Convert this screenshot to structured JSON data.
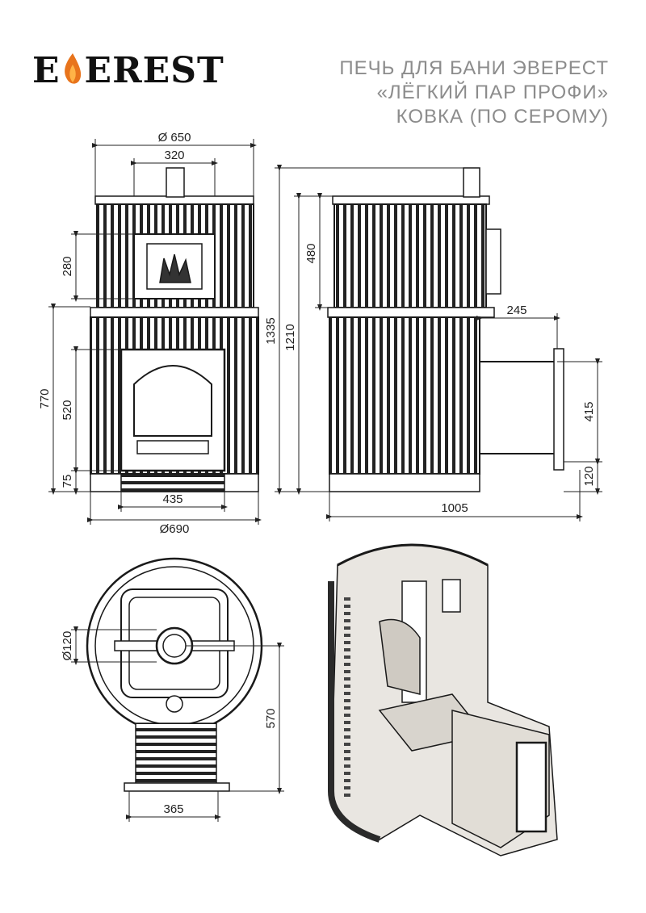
{
  "brand": {
    "logo_text": "EVEREST"
  },
  "title": {
    "line1": "ПЕЧЬ ДЛЯ БАНИ ЭВЕРЕСТ",
    "line2": "«ЛЁГКИЙ ПАР ПРОФИ»",
    "line3": "КОВКА (ПО СЕРОМУ)"
  },
  "front_view": {
    "dims": {
      "d650": "Ø 650",
      "w320": "320",
      "h280": "280",
      "h770": "770",
      "h520": "520",
      "h75": "75",
      "w435": "435",
      "d690": "Ø690"
    }
  },
  "side_view": {
    "dims": {
      "h1335": "1335",
      "h1210": "1210",
      "h480": "480",
      "w245": "245",
      "h415": "415",
      "h120": "120",
      "w1005": "1005"
    }
  },
  "top_view": {
    "dims": {
      "d120": "Ø120",
      "h570": "570",
      "w365": "365"
    }
  },
  "colors": {
    "line": "#1a1a1a",
    "flame": "#e8741c",
    "brick": "#e9e6e1",
    "title": "#8c8c8c"
  },
  "icons": [
    "flame-icon"
  ]
}
